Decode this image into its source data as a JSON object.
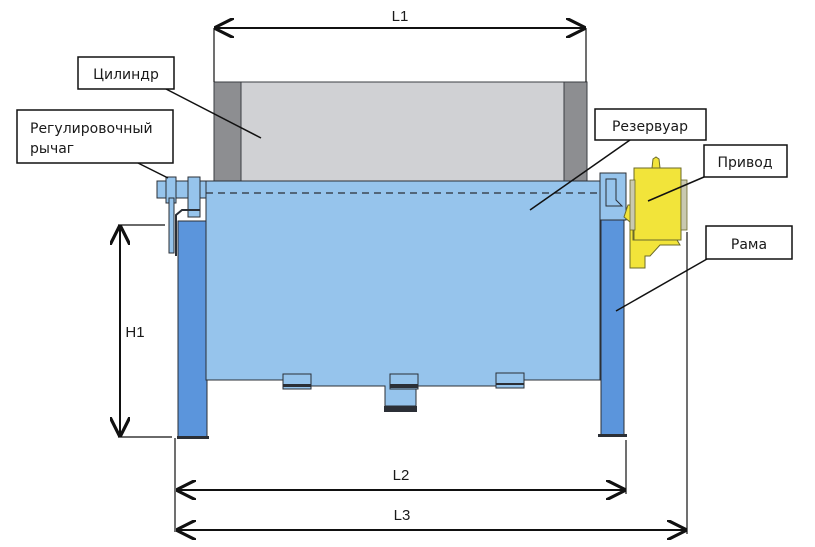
{
  "diagram": {
    "type": "equipment schematic",
    "labels": {
      "cylinder": "Цилиндр",
      "lever_line1": "Регулировочный",
      "lever_line2": "рычаг",
      "reservoir": "Резервуар",
      "drive": "Привод",
      "frame": "Рама"
    },
    "dimensions": {
      "l1": "L1",
      "l2": "L2",
      "l3": "L3",
      "h1": "H1"
    },
    "colors": {
      "cylinder_body": "#d0d1d4",
      "cylinder_end": "#8d8e91",
      "reservoir": "#96c4ec",
      "frame": "#5b95dc",
      "drive": "#f2e43a",
      "outline": "#2b2f36",
      "dimension_line": "#111111"
    }
  }
}
